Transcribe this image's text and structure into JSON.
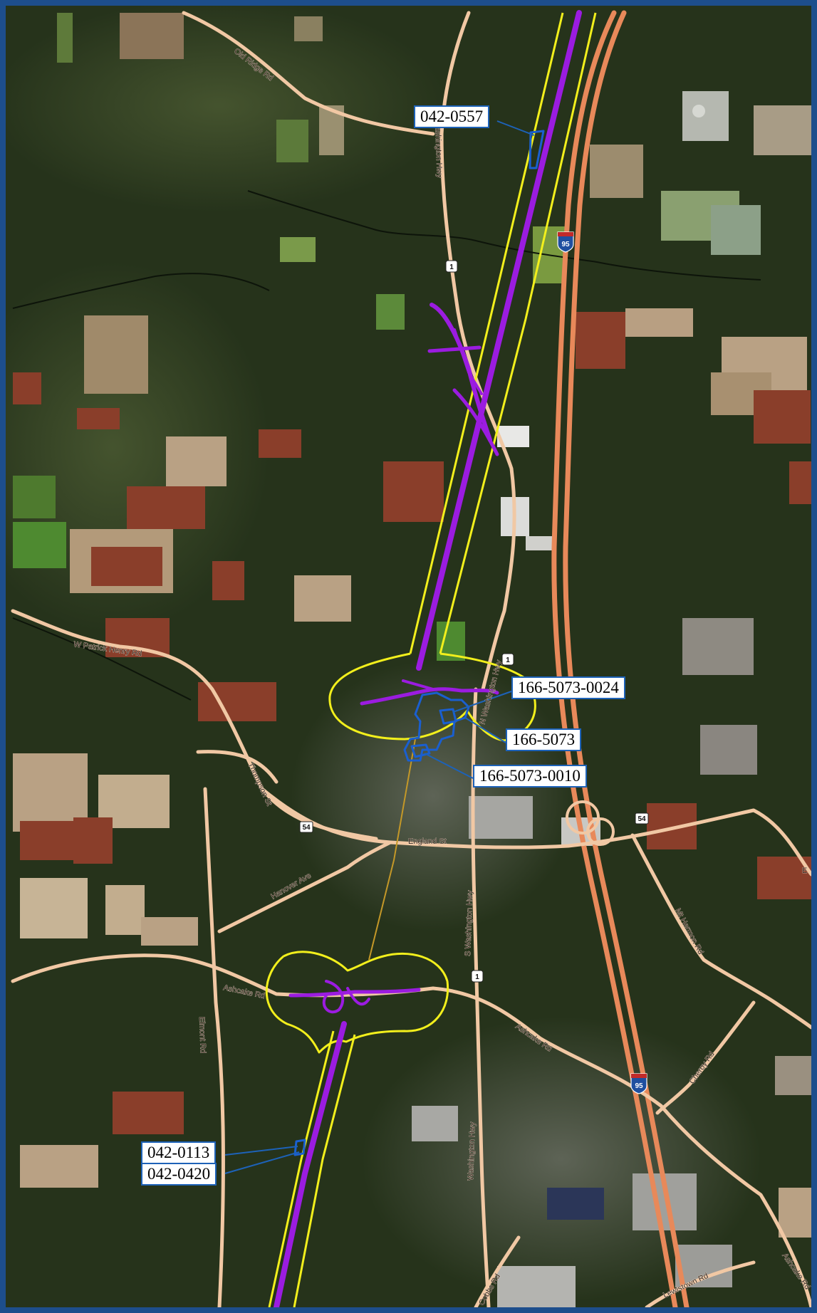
{
  "colors": {
    "frame_border": "#1d4e8c",
    "corridor_outline": "#f2ef1c",
    "route_line": "#9b1ce0",
    "interstate_line": "#e8895a",
    "local_road": "#f1c8a4",
    "site_boundary": "#1a5fd0",
    "callout_border": "#1d62b8",
    "forest_dark": "#243018",
    "field_green": "#5d7a3a",
    "field_tan": "#b9a184",
    "field_red": "#8a3e2a",
    "developed": "#9a9a98"
  },
  "road_labels": {
    "old_ridge": "Old Ridge Rd",
    "washington_north": "Washington Hwy",
    "patrick_henry": "W Patrick Henry Rd",
    "n_washington": "N Washington Hwy",
    "thompson": "Thompson St",
    "england": "England St",
    "hanover": "Hanover Ave",
    "s_washington": "S Washington Hwy",
    "ashcake_west": "Ashcake Rd",
    "ashcake_east": "Ashcake Rd",
    "ashcake_se": "Ashcake Rd",
    "elmont": "Elmont Rd",
    "mt_hermon": "Mt Hermon Rd",
    "cheroy": "Cheroy Rd",
    "washington_south": "Washington Hwy",
    "lewistown": "Lewistown Rd",
    "cobbs": "Cobbs Rd",
    "east_edge": "E"
  },
  "shields": {
    "i95_north": "95",
    "i95_south": "95",
    "us1_north": "1",
    "us1_mid": "1",
    "us1_south": "1",
    "va54_west": "54",
    "va54_east": "54"
  },
  "callouts": {
    "c1": "042-0557",
    "c2": "166-5073-0024",
    "c3": "166-5073",
    "c4": "166-5073-0010",
    "c5": "042-0113",
    "c6": "042-0420"
  }
}
